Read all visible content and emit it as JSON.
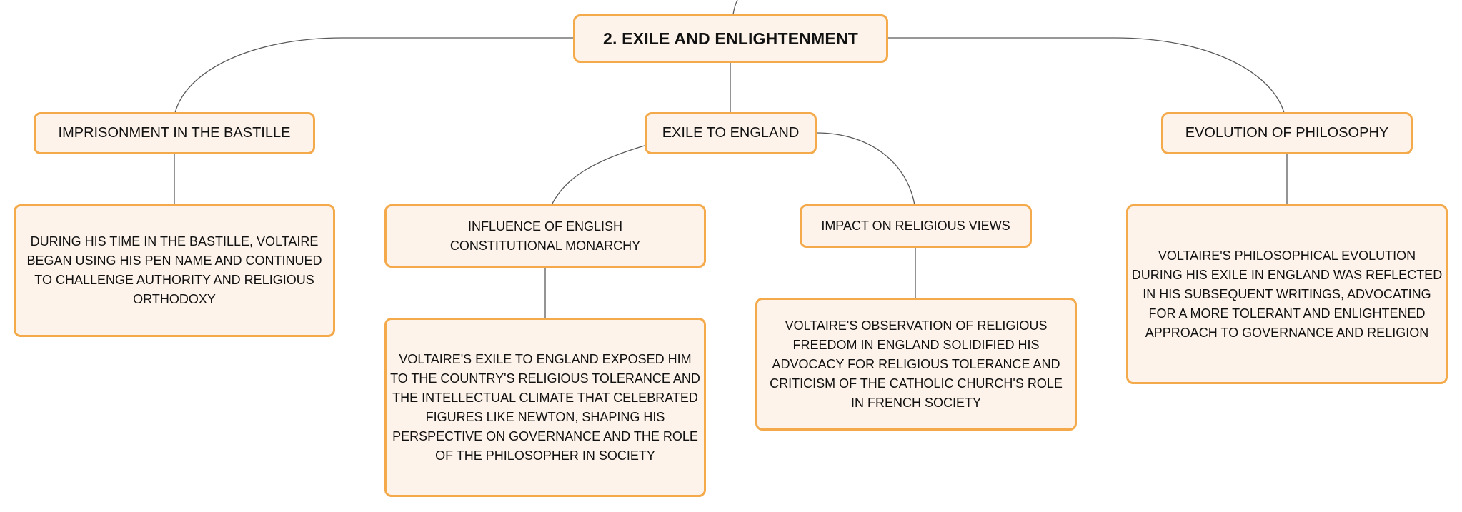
{
  "root": {
    "label": "2. EXILE AND ENLIGHTENMENT"
  },
  "branches": {
    "bastille": {
      "label": "IMPRISONMENT IN THE BASTILLE",
      "detail": "DURING HIS TIME IN THE BASTILLE, VOLTAIRE BEGAN USING HIS PEN NAME AND CONTINUED TO CHALLENGE AUTHORITY AND RELIGIOUS ORTHODOXY"
    },
    "england": {
      "label": "EXILE TO ENGLAND",
      "monarchy": {
        "label": "INFLUENCE OF ENGLISH CONSTITUTIONAL MONARCHY",
        "detail": "VOLTAIRE'S EXILE TO ENGLAND EXPOSED HIM TO THE COUNTRY'S RELIGIOUS TOLERANCE AND THE INTELLECTUAL CLIMATE THAT CELEBRATED FIGURES LIKE NEWTON, SHAPING HIS PERSPECTIVE ON GOVERNANCE AND THE ROLE OF THE PHILOSOPHER IN SOCIETY"
      },
      "religion": {
        "label": "IMPACT ON RELIGIOUS VIEWS",
        "detail": "VOLTAIRE'S OBSERVATION OF RELIGIOUS FREEDOM IN ENGLAND SOLIDIFIED HIS ADVOCACY FOR RELIGIOUS TOLERANCE AND CRITICISM OF THE CATHOLIC CHURCH'S ROLE IN FRENCH SOCIETY"
      }
    },
    "philosophy": {
      "label": "EVOLUTION OF PHILOSOPHY",
      "detail": "VOLTAIRE'S PHILOSOPHICAL EVOLUTION DURING HIS EXILE IN ENGLAND WAS REFLECTED IN HIS SUBSEQUENT WRITINGS, ADVOCATING FOR A MORE TOLERANT AND ENLIGHTENED APPROACH TO GOVERNANCE AND RELIGION"
    }
  },
  "colors": {
    "node_border": "#f4a94a",
    "node_fill": "#fdf3ea",
    "connector": "#5a5a5a",
    "text": "#111111"
  }
}
